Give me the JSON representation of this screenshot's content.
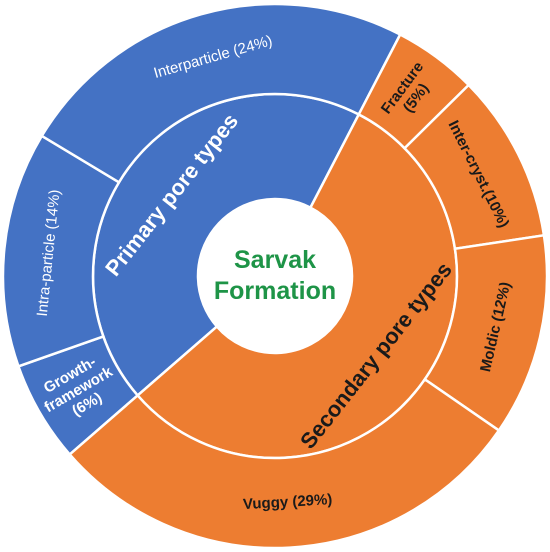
{
  "chart_data": {
    "type": "sunburst",
    "center_label": [
      "Sarvak",
      "Formation"
    ],
    "groups": [
      {
        "name": "Primary pore types",
        "color": "#4472C4",
        "text_color": "#ffffff",
        "children": [
          {
            "label": [
              "Growth-",
              "framework",
              "(6%)"
            ],
            "value": 6,
            "bold": true
          },
          {
            "label": [
              "Intra-particle (14%)"
            ],
            "value": 14,
            "bold": false
          },
          {
            "label": [
              "Interparticle (24%)"
            ],
            "value": 24,
            "bold": false
          }
        ]
      },
      {
        "name": "Secondary pore types",
        "color": "#ED7D31",
        "text_color": "#1a1a1a",
        "children": [
          {
            "label": [
              "Fracture",
              "(5%)"
            ],
            "value": 5,
            "bold": true
          },
          {
            "label": [
              "Inter-cryst.(10%)"
            ],
            "value": 10,
            "bold": true
          },
          {
            "label": [
              "Moldic (12%)"
            ],
            "value": 12,
            "bold": true
          },
          {
            "label": [
              "Vuggy (29%)"
            ],
            "value": 29,
            "bold": true
          }
        ]
      }
    ],
    "colors": {
      "center": "#ffffff",
      "center_text": "#1E9447",
      "separator": "#ffffff"
    }
  }
}
